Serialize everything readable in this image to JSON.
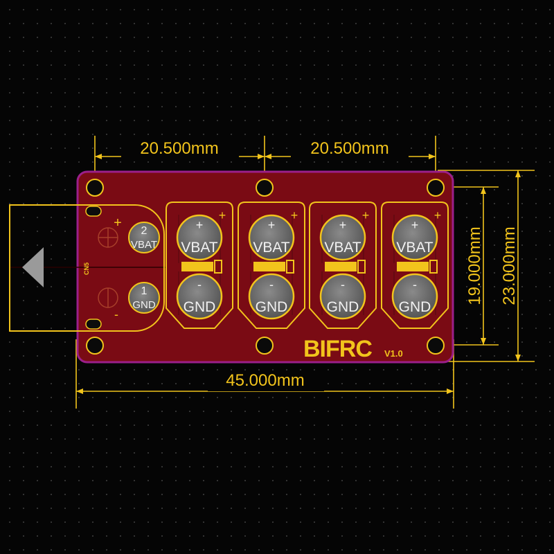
{
  "dimensions": {
    "top_left": "20.500mm",
    "top_right": "20.500mm",
    "bottom_width": "45.000mm",
    "right_inner_height": "19.000mm",
    "right_outer_height": "23.000mm"
  },
  "connector": {
    "reference": "CN5",
    "plus_symbol": "+",
    "minus_symbol": "-",
    "pin_2_number": "2",
    "pin_2_label": "VBAT",
    "pin_1_number": "1",
    "pin_1_label": "GND"
  },
  "pad_groups": [
    {
      "plus_mark": "+",
      "vbat_symbol": "+",
      "vbat_label": "VBAT",
      "gnd_symbol": "-",
      "gnd_label": "GND"
    },
    {
      "plus_mark": "+",
      "vbat_symbol": "+",
      "vbat_label": "VBAT",
      "gnd_symbol": "-",
      "gnd_label": "GND"
    },
    {
      "plus_mark": "+",
      "vbat_symbol": "+",
      "vbat_label": "VBAT",
      "gnd_symbol": "-",
      "gnd_label": "GND"
    },
    {
      "plus_mark": "+",
      "vbat_symbol": "+",
      "vbat_label": "VBAT",
      "gnd_symbol": "-",
      "gnd_label": "GND"
    }
  ],
  "brand": {
    "logo": "BIFRC",
    "version": "V1.0"
  },
  "colors": {
    "background": "#050505",
    "board": "#7a0b14",
    "board_outline": "#9b1f8a",
    "silkscreen": "#f2c41c",
    "pad_gray": "#6e6e6e",
    "dimension": "#f2c41c"
  }
}
